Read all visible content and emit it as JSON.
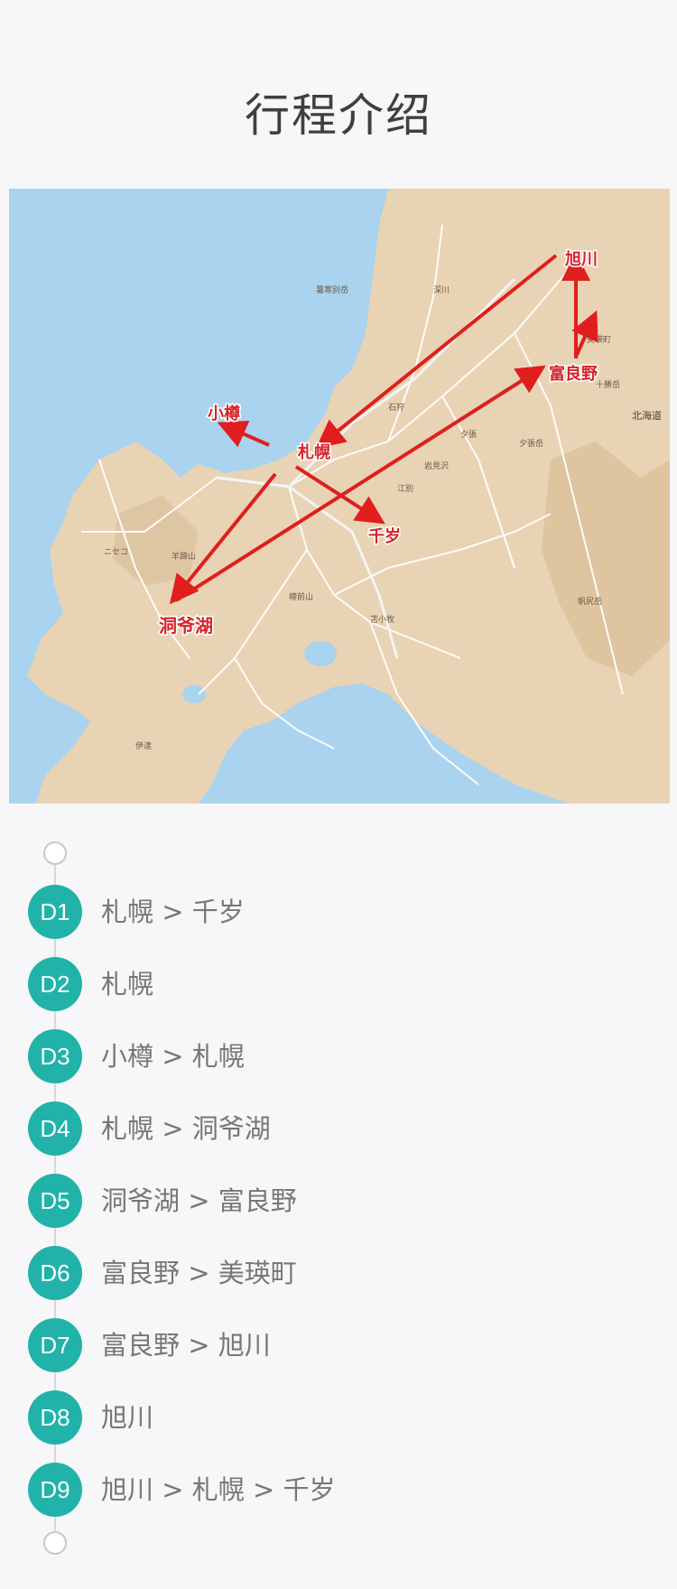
{
  "page": {
    "title": "行程介绍"
  },
  "map": {
    "labels": {
      "asahikawa": "旭川",
      "furano": "富良野",
      "otaru": "小樽",
      "sapporo": "札幌",
      "chitose": "千岁",
      "toyako": "洞爷湖"
    },
    "colors": {
      "sea": "#a9d3ee",
      "land": "#e8d3b4",
      "road": "#ffffff",
      "arrow": "#e01e1e"
    }
  },
  "itinerary": {
    "days": [
      {
        "day": "D1",
        "route": "札幌 > 千岁"
      },
      {
        "day": "D2",
        "route": "札幌"
      },
      {
        "day": "D3",
        "route": "小樽 > 札幌"
      },
      {
        "day": "D4",
        "route": "札幌 > 洞爷湖"
      },
      {
        "day": "D5",
        "route": "洞爷湖 > 富良野"
      },
      {
        "day": "D6",
        "route": "富良野 > 美瑛町"
      },
      {
        "day": "D7",
        "route": "富良野 > 旭川"
      },
      {
        "day": "D8",
        "route": "旭川"
      },
      {
        "day": "D9",
        "route": "旭川 > 札幌 > 千岁"
      }
    ],
    "colors": {
      "badge": "#21b3a9",
      "line": "#d8d8d8"
    }
  }
}
